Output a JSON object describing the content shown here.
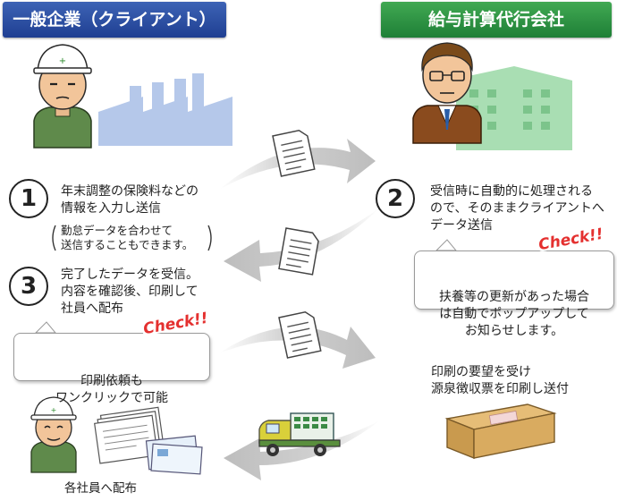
{
  "headers": {
    "client": "一般企業（クライアント）",
    "agency": "給与計算代行会社"
  },
  "steps": [
    {
      "number": "1",
      "text": "年末調整の保険料などの\n情報を入力し送信"
    },
    {
      "number": "2",
      "text": "受信時に自動的に処理される\nので、そのままクライアントへ\nデータ送信"
    },
    {
      "number": "3",
      "text": "完了したデータを受信。\n内容を確認後、印刷して\n社員へ配布"
    }
  ],
  "note_step1": "勤怠データを合わせて\n送信することもできます。",
  "callouts": {
    "agency_update": "扶養等の更新があった場合\nは自動でポップアップして\nお知らせします。",
    "client_print": "印刷依頼も\nワンクリックで可能"
  },
  "check_label": "Check!!",
  "print_request": "印刷の要望を受け\n源泉徴収票を印刷し送付",
  "employees_caption": "各社員へ配布",
  "colors": {
    "client_header": "#2b4fa6",
    "agency_header": "#2d9444",
    "client_building": "#b5c8ea",
    "agency_building": "#a9deb3",
    "arrow": "#c8c8c8",
    "check": "#e4302f"
  }
}
